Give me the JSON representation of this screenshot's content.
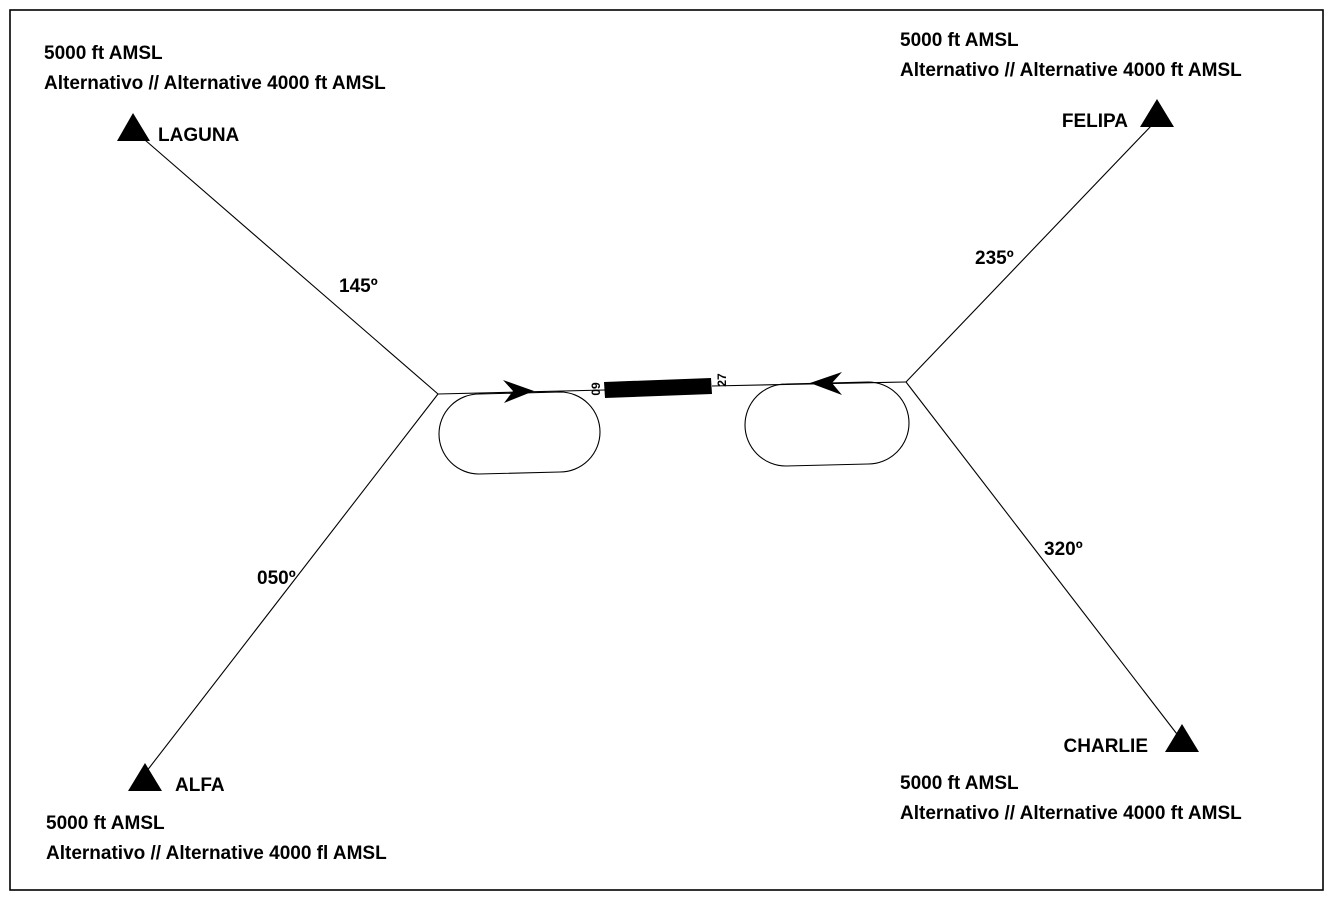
{
  "waypoints": {
    "laguna": {
      "name": "LAGUNA",
      "altitude": "5000 ft AMSL",
      "alternative": "Alternativo // Alternative 4000 ft AMSL"
    },
    "felipa": {
      "name": "FELIPA",
      "altitude": "5000 ft AMSL",
      "alternative": "Alternativo // Alternative 4000 ft AMSL"
    },
    "alfa": {
      "name": "ALFA",
      "altitude": "5000 ft AMSL",
      "alternative": "Alternativo // Alternative 4000 fl AMSL"
    },
    "charlie": {
      "name": "CHARLIE",
      "altitude": "5000 ft AMSL",
      "alternative": "Alternativo // Alternative 4000 ft AMSL"
    }
  },
  "courses": {
    "laguna": "145º",
    "felipa": "235º",
    "alfa": "050º",
    "charlie": "320º"
  },
  "runway": {
    "west_end": "09",
    "east_end": "27"
  },
  "colors": {
    "ink": "#000000",
    "background": "#ffffff"
  }
}
